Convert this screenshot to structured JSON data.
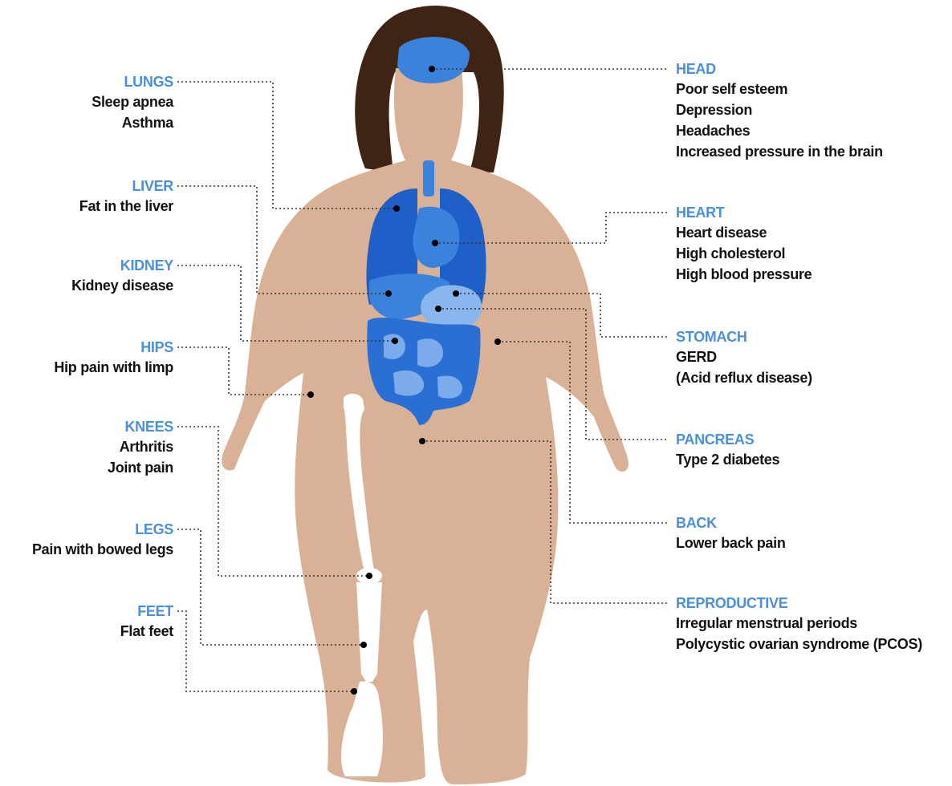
{
  "colors": {
    "skin": "#d9b196",
    "hair": "#3f2416",
    "organ_dark": "#1f5fc8",
    "organ_mid": "#3b82dd",
    "organ_light": "#8ab6ee",
    "title": "#4a90d9",
    "text": "#111111",
    "bone": "#ffffff"
  },
  "labels": {
    "lungs": {
      "title": "LUNGS",
      "items": [
        "Sleep apnea",
        "Asthma"
      ]
    },
    "liver": {
      "title": "LIVER",
      "items": [
        "Fat in the liver"
      ]
    },
    "kidney": {
      "title": "KIDNEY",
      "items": [
        "Kidney disease"
      ]
    },
    "hips": {
      "title": "HIPS",
      "items": [
        "Hip pain with limp"
      ]
    },
    "knees": {
      "title": "KNEES",
      "items": [
        "Arthritis",
        "Joint pain"
      ]
    },
    "legs": {
      "title": "LEGS",
      "items": [
        "Pain with bowed legs"
      ]
    },
    "feet": {
      "title": "FEET",
      "items": [
        "Flat feet"
      ]
    },
    "head": {
      "title": "HEAD",
      "items": [
        "Poor self esteem",
        "Depression",
        "Headaches",
        "Increased pressure in the brain"
      ]
    },
    "heart": {
      "title": "HEART",
      "items": [
        "Heart disease",
        "High cholesterol",
        "High blood pressure"
      ]
    },
    "stomach": {
      "title": "STOMACH",
      "items": [
        "GERD",
        "(Acid reflux disease)"
      ]
    },
    "pancreas": {
      "title": "PANCREAS",
      "items": [
        "Type 2 diabetes"
      ]
    },
    "back": {
      "title": "BACK",
      "items": [
        "Lower back pain"
      ]
    },
    "reproductive": {
      "title": "REPRODUCTIVE",
      "items": [
        "Irregular menstrual periods",
        "Polycystic ovarian syndrome (PCOS)"
      ]
    }
  }
}
